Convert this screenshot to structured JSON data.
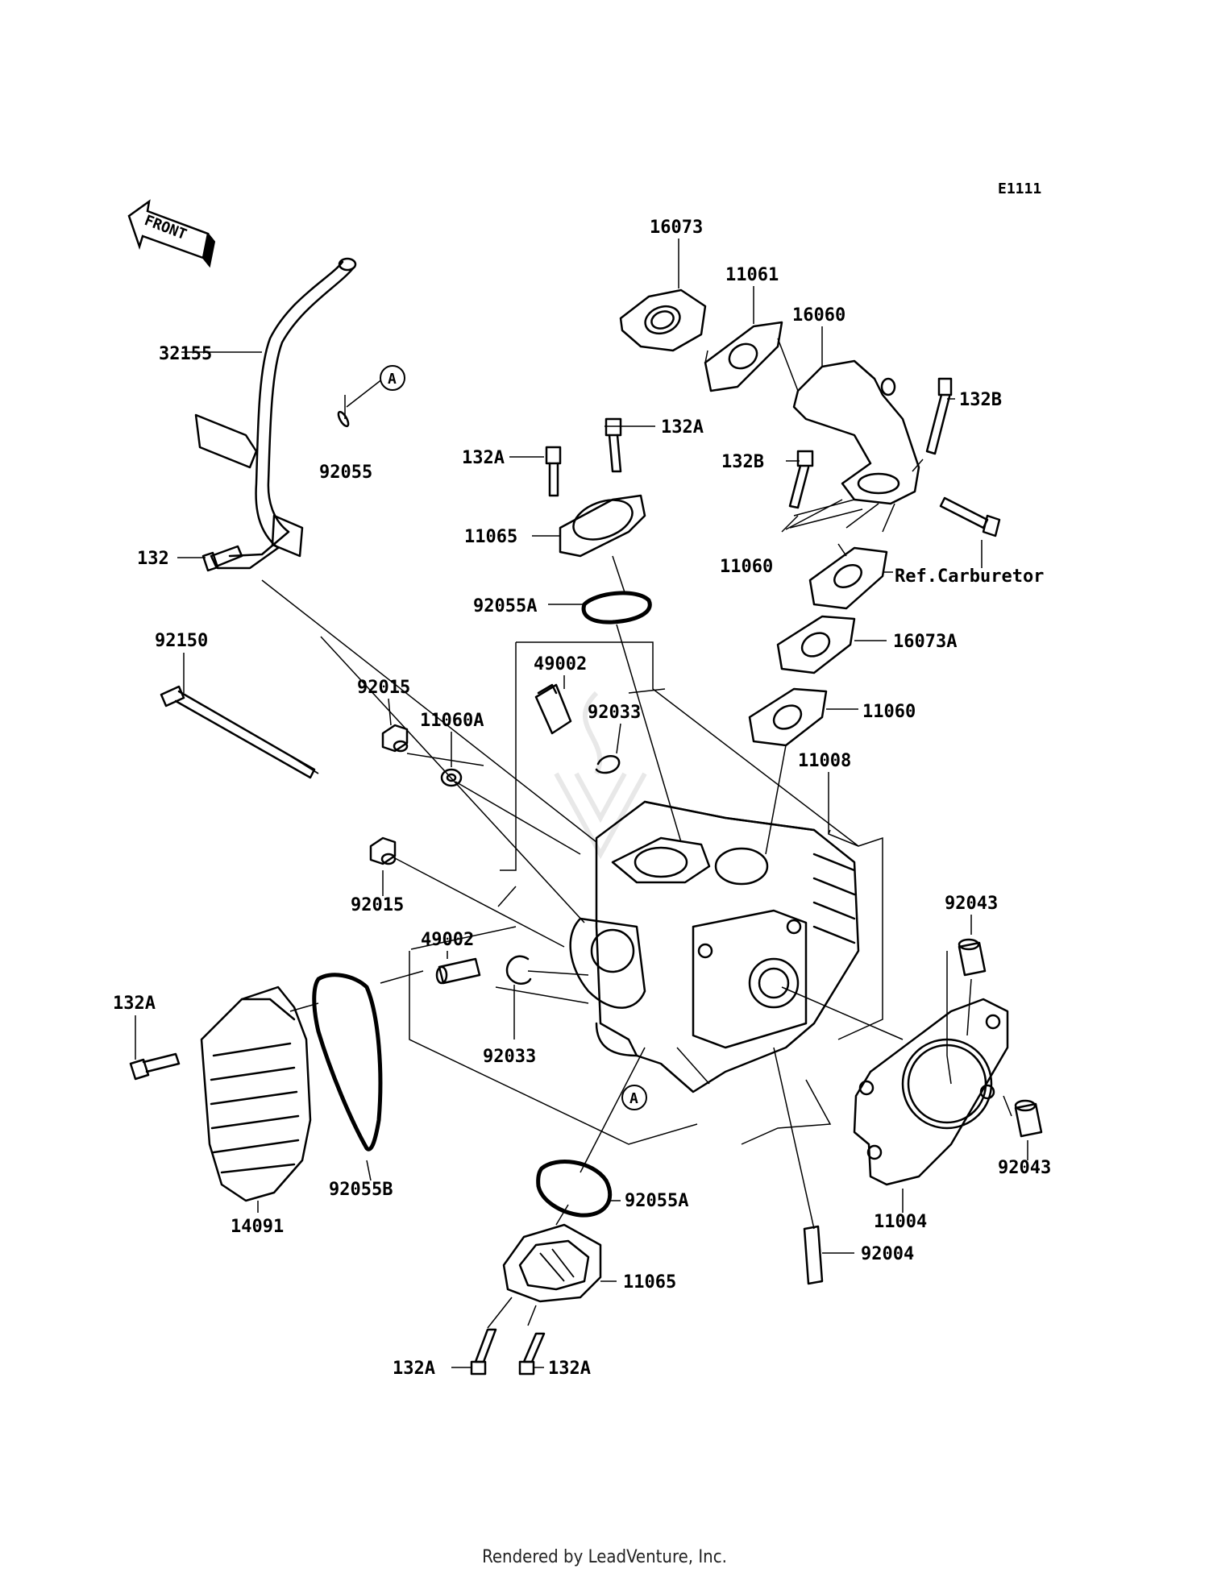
{
  "diagram_code": "E1111",
  "front_label": "FRONT",
  "footer": "Rendered by LeadVenture, Inc.",
  "reference_note": "Ref.Carburetor",
  "callouts": {
    "c16073": "16073",
    "c11061": "11061",
    "c16060": "16060",
    "c132B_top": "132B",
    "c132B_mid": "132B",
    "c132A_left": "132A",
    "c132A_right": "132A",
    "c11065_top": "11065",
    "c11060_top": "11060",
    "c92055A_top": "92055A",
    "c16073A": "16073A",
    "c11060_mid": "11060",
    "c32155": "32155",
    "cA_top": "A",
    "c92055": "92055",
    "c132": "132",
    "c92150": "92150",
    "c92015_top": "92015",
    "c11060A": "11060A",
    "c49002_top": "49002",
    "c92033_top": "92033",
    "c11008": "11008",
    "c92015_mid": "92015",
    "c49002_mid": "49002",
    "c92043_top": "92043",
    "c132A_cover": "132A",
    "c92033_mid": "92033",
    "cA_mid": "A",
    "c92055B": "92055B",
    "c14091": "14091",
    "c92055A_bot": "92055A",
    "c11004": "11004",
    "c92043_bot": "92043",
    "c92004": "92004",
    "c11065_bot": "11065",
    "c132A_bl": "132A",
    "c132A_br": "132A"
  }
}
